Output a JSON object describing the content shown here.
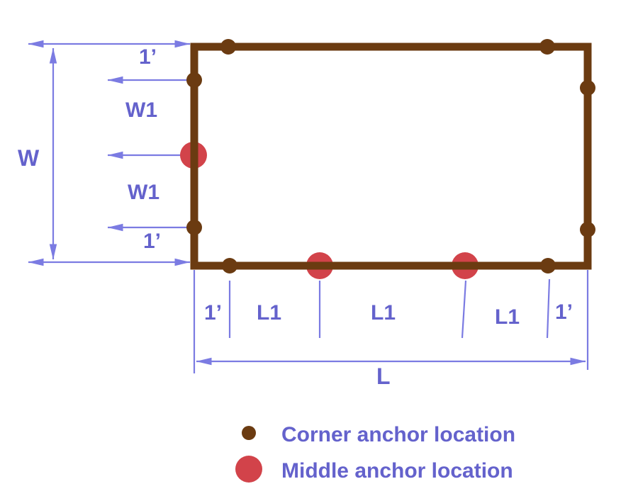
{
  "colors": {
    "structure": "#6B3B11",
    "corner_anchor": "#6B3B11",
    "middle_anchor": "#D2434A",
    "dimension_line": "#7B7BE2",
    "label_text": "#6462CC"
  },
  "labels": {
    "width_total": "W",
    "width_top_offset": "1’",
    "width_segment_upper": "W1",
    "width_segment_lower": "W1",
    "width_bottom_offset": "1’",
    "length_total": "L",
    "length_left_offset": "1’",
    "length_segment_1": "L1",
    "length_segment_2": "L1",
    "length_segment_3": "L1",
    "length_right_offset": "1’"
  },
  "legend": {
    "items": [
      {
        "icon": "corner-anchor-dot",
        "color": "#6B3B11",
        "label": "Corner anchor location"
      },
      {
        "icon": "middle-anchor-dot",
        "color": "#D2434A",
        "label": "Middle anchor location"
      }
    ]
  }
}
